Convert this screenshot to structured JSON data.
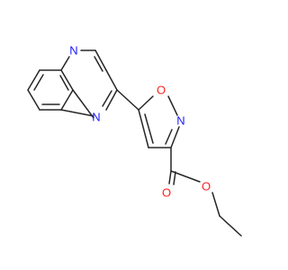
{
  "structure": {
    "atoms": {
      "n_top": "N",
      "n_bottom": "N",
      "o_ring": "O",
      "n_ring": "N",
      "o_ester": "O",
      "o_carbonyl": "O"
    },
    "colors": {
      "bond": "#262626",
      "nitrogen": "#1a1aff",
      "oxygen": "#ff2020"
    }
  }
}
